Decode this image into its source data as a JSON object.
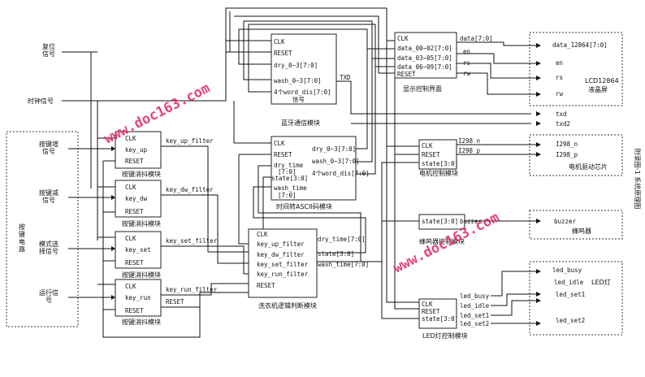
{
  "inputs": {
    "reset_label": "复位\n信号",
    "clock_label": "时钟信号",
    "inc_label": "按键增\n信号",
    "dec_label": "按键减\n信号",
    "mode_label": "模式选\n择信号",
    "run_label": "运行信\n号",
    "keypad_label": "按\n键\n电\n路"
  },
  "debounce": {
    "caption": "按键消抖模块",
    "clk": "CLK",
    "reset": "RESET",
    "key_up": "key_up",
    "key_dw": "key_dw",
    "key_set": "key_set",
    "key_run": "key_run"
  },
  "signals": {
    "key_up_filter": "key_up_filter",
    "key_dw_filter": "key_dw_filter",
    "key_set_filter": "key_set_filter",
    "key_run_filter": "key_run_filter",
    "reset": "RESET",
    "txd": "TXD",
    "txd_out": "txd",
    "txd2": "txd2"
  },
  "bluetooth": {
    "caption": "蓝牙通信模块",
    "clk": "CLK",
    "reset": "RESET",
    "dry": "dry_0~3[7:0]",
    "wash": "wash_0~3[7:0]",
    "word": "4个word_dis[7:0]",
    "word2": "信号"
  },
  "ascii": {
    "caption": "时间转ASCII码模块",
    "clk": "CLK",
    "reset": "RESET",
    "dry_time": "dry_time",
    "dry_range": "[7:0]",
    "state": "state[3:0]",
    "wash_time": "wash_time",
    "wash_range": "[7:0]",
    "dry_out": "dry_0~3[7:0]",
    "wash_out": "wash_0~3[7:0]",
    "word_out": "4个word_dis[7:0]"
  },
  "logic": {
    "caption": "洗衣机逻辑判断模块",
    "clk": "CLK",
    "key_up": "key_up_filter",
    "key_dw": "key_dw_filter",
    "key_set": "key_set_filter",
    "key_run": "key_run_filter",
    "reset": "RESET",
    "dry_time": "dry_time[7:0]",
    "state": "state[3:0]",
    "wash_time": "wash_time[7:0]"
  },
  "display": {
    "caption": "显示控制界面",
    "clk": "CLK",
    "d1": "data_00~02[7:0]",
    "d2": "data_03~05[7:0]",
    "d3": "data_06~09[7:0]",
    "reset": "RESET",
    "data": "data[7:0]",
    "en": "en",
    "rs": "rs",
    "rw": "rw"
  },
  "lcd": {
    "data": "data_12864[7:0]",
    "en": "en",
    "rs": "rs",
    "rw": "rw",
    "name": "LCD12864",
    "name2": "液晶屏"
  },
  "motor": {
    "caption": "电机控制模块",
    "clk": "CLK",
    "reset": "RESET",
    "state": "state[3:0]",
    "n": "I298_n",
    "p": "I298_p",
    "chip_n": "I298_n",
    "chip_p": "I298_p",
    "chip": "电机驱动芯片"
  },
  "buzzer": {
    "caption": "蜂鸣器控制模块",
    "state": "state[3:0]",
    "out": "buzzer",
    "device_pin": "buzzer",
    "device": "蜂鸣器"
  },
  "led": {
    "caption": "LED灯控制模块",
    "clk": "CLK",
    "reset": "RESET",
    "state": "state[3:0]",
    "busy": "led_busy",
    "idle": "led_idle",
    "set1": "led_set1",
    "set2": "led_set2",
    "pin_busy": "led_busy",
    "pin_idle": "led_idle",
    "pin_set1": "led_set1",
    "pin_set2": "led_set2",
    "device": "LED灯"
  },
  "figure": {
    "title": "附录图-1 系统原理图"
  },
  "watermark": {
    "text": "www.doc163.com"
  }
}
